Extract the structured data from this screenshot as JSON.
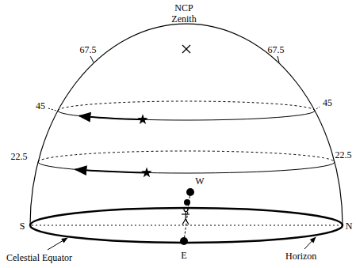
{
  "diagram": {
    "labels": [
      "NCP",
      "Zenith",
      "67.5",
      "67.5",
      "45",
      "45",
      "22.5",
      "22.5",
      "W",
      "S",
      "N",
      "E",
      "Celestial Equator",
      "Horizon"
    ]
  }
}
